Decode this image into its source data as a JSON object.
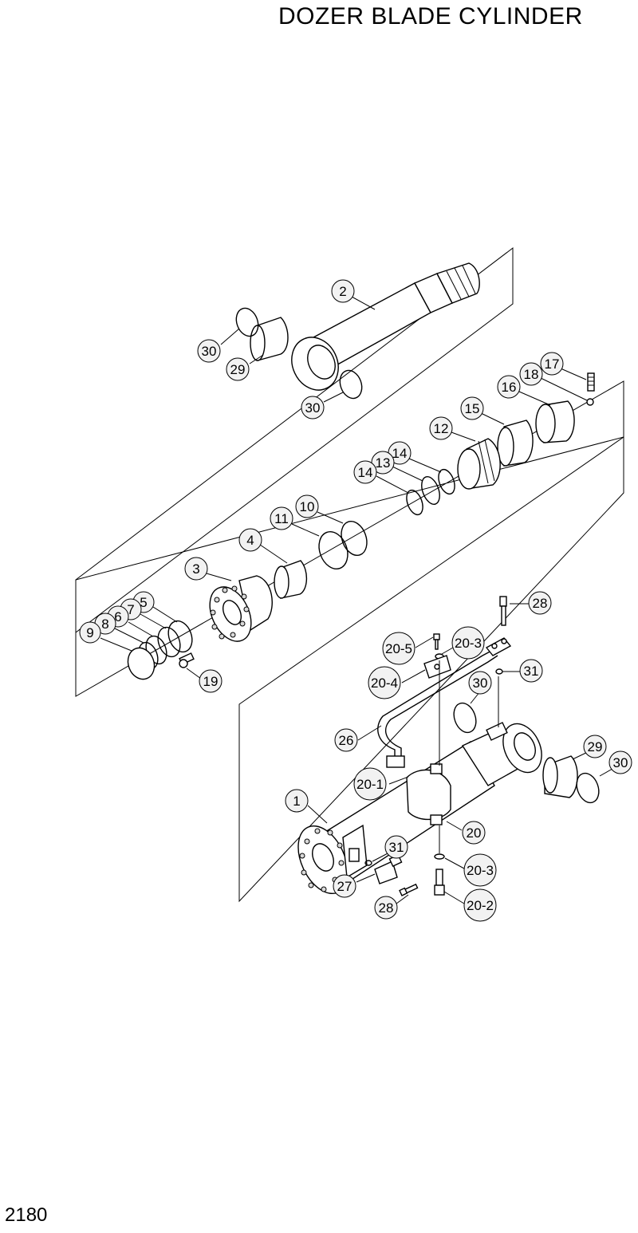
{
  "title": "DOZER BLADE CYLINDER",
  "page_number": "2180",
  "callouts": [
    {
      "id": "c-2",
      "text": "2"
    },
    {
      "id": "c-30a",
      "text": "30"
    },
    {
      "id": "c-29a",
      "text": "29"
    },
    {
      "id": "c-30b",
      "text": "30"
    },
    {
      "id": "c-17",
      "text": "17"
    },
    {
      "id": "c-18",
      "text": "18"
    },
    {
      "id": "c-16",
      "text": "16"
    },
    {
      "id": "c-15",
      "text": "15"
    },
    {
      "id": "c-12",
      "text": "12"
    },
    {
      "id": "c-14a",
      "text": "14"
    },
    {
      "id": "c-13",
      "text": "13"
    },
    {
      "id": "c-14b",
      "text": "14"
    },
    {
      "id": "c-10",
      "text": "10"
    },
    {
      "id": "c-11",
      "text": "11"
    },
    {
      "id": "c-4",
      "text": "4"
    },
    {
      "id": "c-3",
      "text": "3"
    },
    {
      "id": "c-5",
      "text": "5"
    },
    {
      "id": "c-7",
      "text": "7"
    },
    {
      "id": "c-6",
      "text": "6"
    },
    {
      "id": "c-8",
      "text": "8"
    },
    {
      "id": "c-9",
      "text": "9"
    },
    {
      "id": "c-19",
      "text": "19"
    },
    {
      "id": "c-28a",
      "text": "28"
    },
    {
      "id": "c-20-5",
      "text": "20-5"
    },
    {
      "id": "c-20-3a",
      "text": "20-3"
    },
    {
      "id": "c-31a",
      "text": "31"
    },
    {
      "id": "c-20-4",
      "text": "20-4"
    },
    {
      "id": "c-30c",
      "text": "30"
    },
    {
      "id": "c-26",
      "text": "26"
    },
    {
      "id": "c-29b",
      "text": "29"
    },
    {
      "id": "c-30d",
      "text": "30"
    },
    {
      "id": "c-20-1",
      "text": "20-1"
    },
    {
      "id": "c-1",
      "text": "1"
    },
    {
      "id": "c-20",
      "text": "20"
    },
    {
      "id": "c-31b",
      "text": "31"
    },
    {
      "id": "c-27",
      "text": "27"
    },
    {
      "id": "c-20-3b",
      "text": "20-3"
    },
    {
      "id": "c-28b",
      "text": "28"
    },
    {
      "id": "c-20-2",
      "text": "20-2"
    }
  ]
}
